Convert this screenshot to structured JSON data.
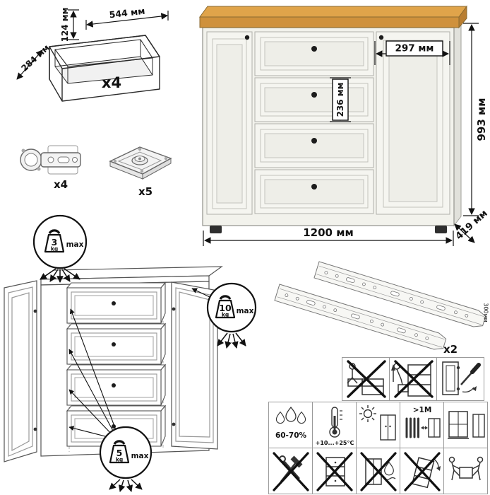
{
  "parts": {
    "drawer_box": {
      "count": "x4",
      "height": "124 мм",
      "width": "544 мм",
      "depth": "284 мм"
    },
    "hinge": {
      "count": "x4"
    },
    "foot": {
      "count": "x5"
    },
    "slides": {
      "count": "x2",
      "length": "300мм"
    }
  },
  "product": {
    "width": "1200 мм",
    "height": "993 мм",
    "depth": "419 мм",
    "right_door_width": "297 мм",
    "drawer_height": "236 мм"
  },
  "loads": {
    "top": {
      "value": "3",
      "unit": "kg",
      "label": "max"
    },
    "door": {
      "value": "10",
      "unit": "kg",
      "label": "max"
    },
    "drawer": {
      "value": "5",
      "unit": "kg",
      "label": "max"
    }
  },
  "care": {
    "humidity": "60-70%",
    "temperature": "+10...+25°C",
    "heat_distance": ">1M"
  },
  "colors": {
    "wood_top": "#cf913c",
    "body": "#f2f2ec",
    "outline": "#111111"
  }
}
